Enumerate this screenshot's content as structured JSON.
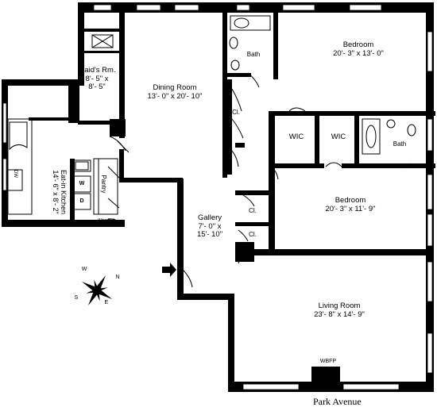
{
  "rooms": {
    "maids": {
      "name": "Maid's Rm.",
      "dim1": "8'- 5\" x",
      "dim2": "8'- 5\""
    },
    "dining": {
      "name": "Dining Room",
      "dim": "13'- 0\" x 20'- 10\""
    },
    "bath_top": {
      "name": "Bath"
    },
    "bedroom_top": {
      "name": "Bedroom",
      "dim": "20'- 3\" x 13'- 0\""
    },
    "cl_upper": {
      "name": "Cl."
    },
    "wic1": {
      "name": "WIC"
    },
    "wic2": {
      "name": "WIC"
    },
    "bath_mid": {
      "name": "Bath"
    },
    "kitchen": {
      "name": "Eat-in Kitchen",
      "dim": "14'- 6\" x 8'- 2\""
    },
    "pantry": {
      "name": "Pantry"
    },
    "gallery": {
      "name": "Gallery",
      "dim1": "7'- 0\" x",
      "dim2": "15'- 10\""
    },
    "cl_gallery1": {
      "name": "Cl."
    },
    "cl_gallery2": {
      "name": "Cl."
    },
    "bedroom_mid": {
      "name": "Bedroom",
      "dim": "20'- 3\" x 11'- 9\""
    },
    "living": {
      "name": "Living Room",
      "dim": "23'- 8\" x 14'- 9\""
    }
  },
  "fixtures": {
    "wbfp": "WBFP",
    "washer": "W",
    "dryer": "D",
    "wine": "Wine Ref.",
    "dw": "DW"
  },
  "compass": {
    "n": "N",
    "s": "S",
    "e": "E",
    "w": "W"
  },
  "street": "Park Avenue",
  "colors": {
    "wall": "#000000",
    "background": "#ffffff",
    "window": "#ffffff"
  }
}
